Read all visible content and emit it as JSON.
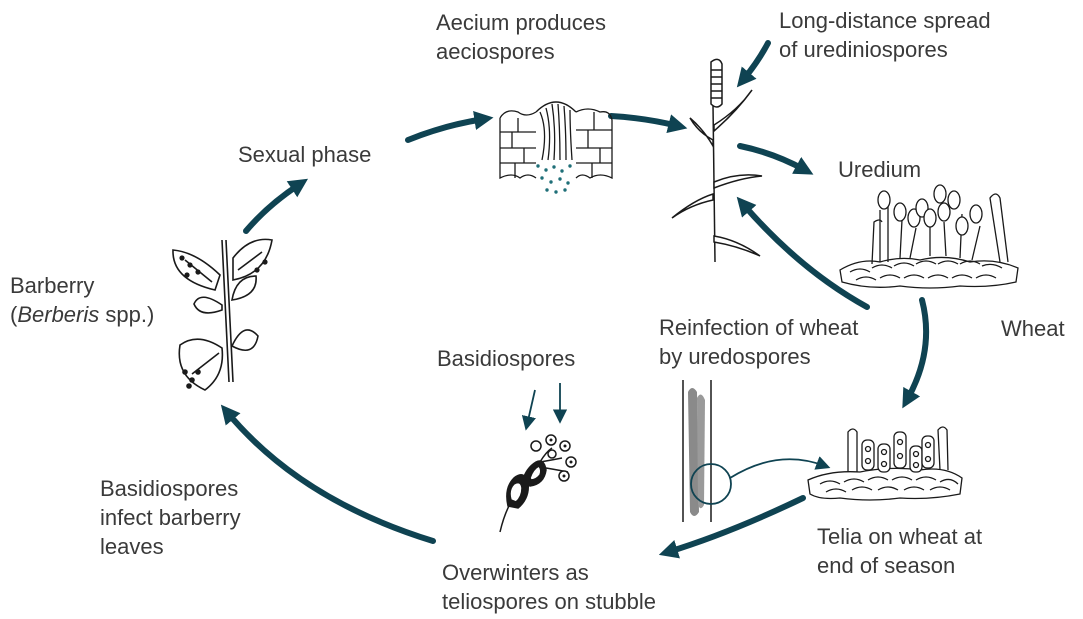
{
  "colors": {
    "arrow": "#0f4352",
    "ink": "#1a1a1a",
    "text": "#3a3a3a",
    "spores": "#1f6f78",
    "lesion": "#8a8a8a"
  },
  "labels": {
    "aecium": [
      "Aecium produces",
      "aeciospores"
    ],
    "long_distance": [
      "Long-distance spread",
      "of urediniospores"
    ],
    "sexual_phase": "Sexual phase",
    "uredium": "Uredium",
    "barberry_common": "Barberry",
    "barberry_latin_genus": "Berberis",
    "barberry_latin_rest": " spp.)",
    "reinfection": [
      "Reinfection of wheat",
      "by uredospores"
    ],
    "wheat": "Wheat",
    "basidiospores": "Basidiospores",
    "basidio_infect": [
      "Basidiospores",
      "infect barberry",
      "leaves"
    ],
    "telia": [
      "Telia on wheat at",
      "end of season"
    ],
    "overwinters": [
      "Overwinters as",
      "teliospores on stubble"
    ]
  },
  "icons": [
    "barberry-plant-icon",
    "aecium-icon",
    "wheat-plant-icon",
    "uredium-icon",
    "telium-icon",
    "wheat-stem-lesion-icon",
    "germinating-teliospore-icon"
  ]
}
